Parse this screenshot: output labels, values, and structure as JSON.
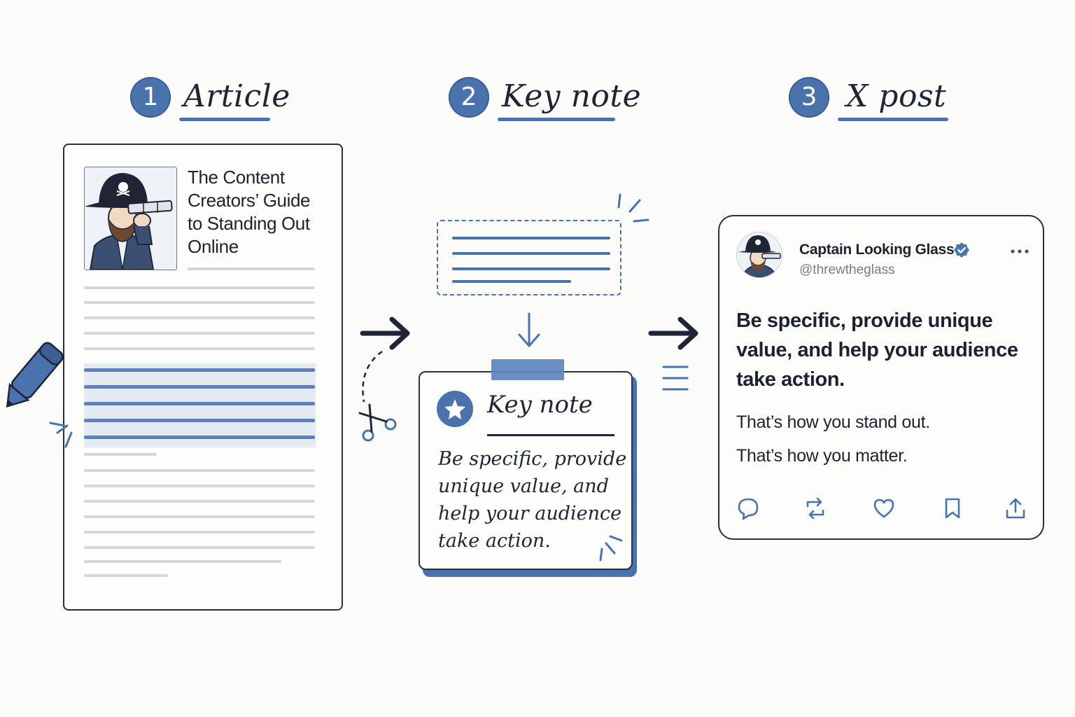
{
  "steps": [
    {
      "number": "1",
      "title": "Article"
    },
    {
      "number": "2",
      "title": "Key note"
    },
    {
      "number": "3",
      "title": "X post"
    }
  ],
  "article": {
    "title": "The Content Creators’ Guide to Standing Out Online"
  },
  "key_note": {
    "title": "Key note",
    "body": "Be specific, provide unique value, and help your audience take action."
  },
  "post": {
    "display_name": "Captain Looking Glass",
    "handle": "@threwtheglass",
    "headline": "Be specific, provide unique value, and help your audience take action.",
    "line1": "That’s how you stand out.",
    "line2": "That’s how you matter."
  },
  "colors": {
    "accent": "#4a72ad",
    "ink": "#1f2535",
    "highlight": "#e4eaf4"
  },
  "icons": [
    "pen-icon",
    "scissors-icon",
    "arrow-right-icon",
    "arrow-down-icon",
    "star-icon",
    "verified-icon",
    "more-icon",
    "reply-icon",
    "repost-icon",
    "like-icon",
    "bookmark-icon",
    "share-icon"
  ]
}
